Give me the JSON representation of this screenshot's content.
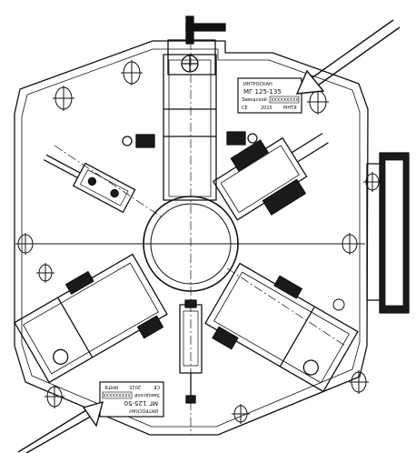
{
  "nameplate_top": {
    "line1": "ИНТРОСКАН",
    "line2": "МГ 125-135",
    "line3_left": "Заводской",
    "line3_right": "XXXXXXXXX",
    "line4_left": "CE",
    "line4_mid": "2015",
    "line4_right": "МНТЯ"
  },
  "nameplate_bottom": {
    "line1": "ИНТРОСКАН",
    "line2": "МГ 125-50",
    "line3_left": "Заводской",
    "line3_right": "XXXXXXXXX",
    "line4_left": "CE",
    "line4_mid": "2015",
    "line4_right": "МНТЯ"
  },
  "callouts": [
    {
      "name": "top-nameplate-arrow"
    },
    {
      "name": "bottom-nameplate-arrow"
    }
  ],
  "colors": {
    "line": "#111111",
    "fill_dark": "#1a1a1a",
    "background": "#ffffff"
  }
}
